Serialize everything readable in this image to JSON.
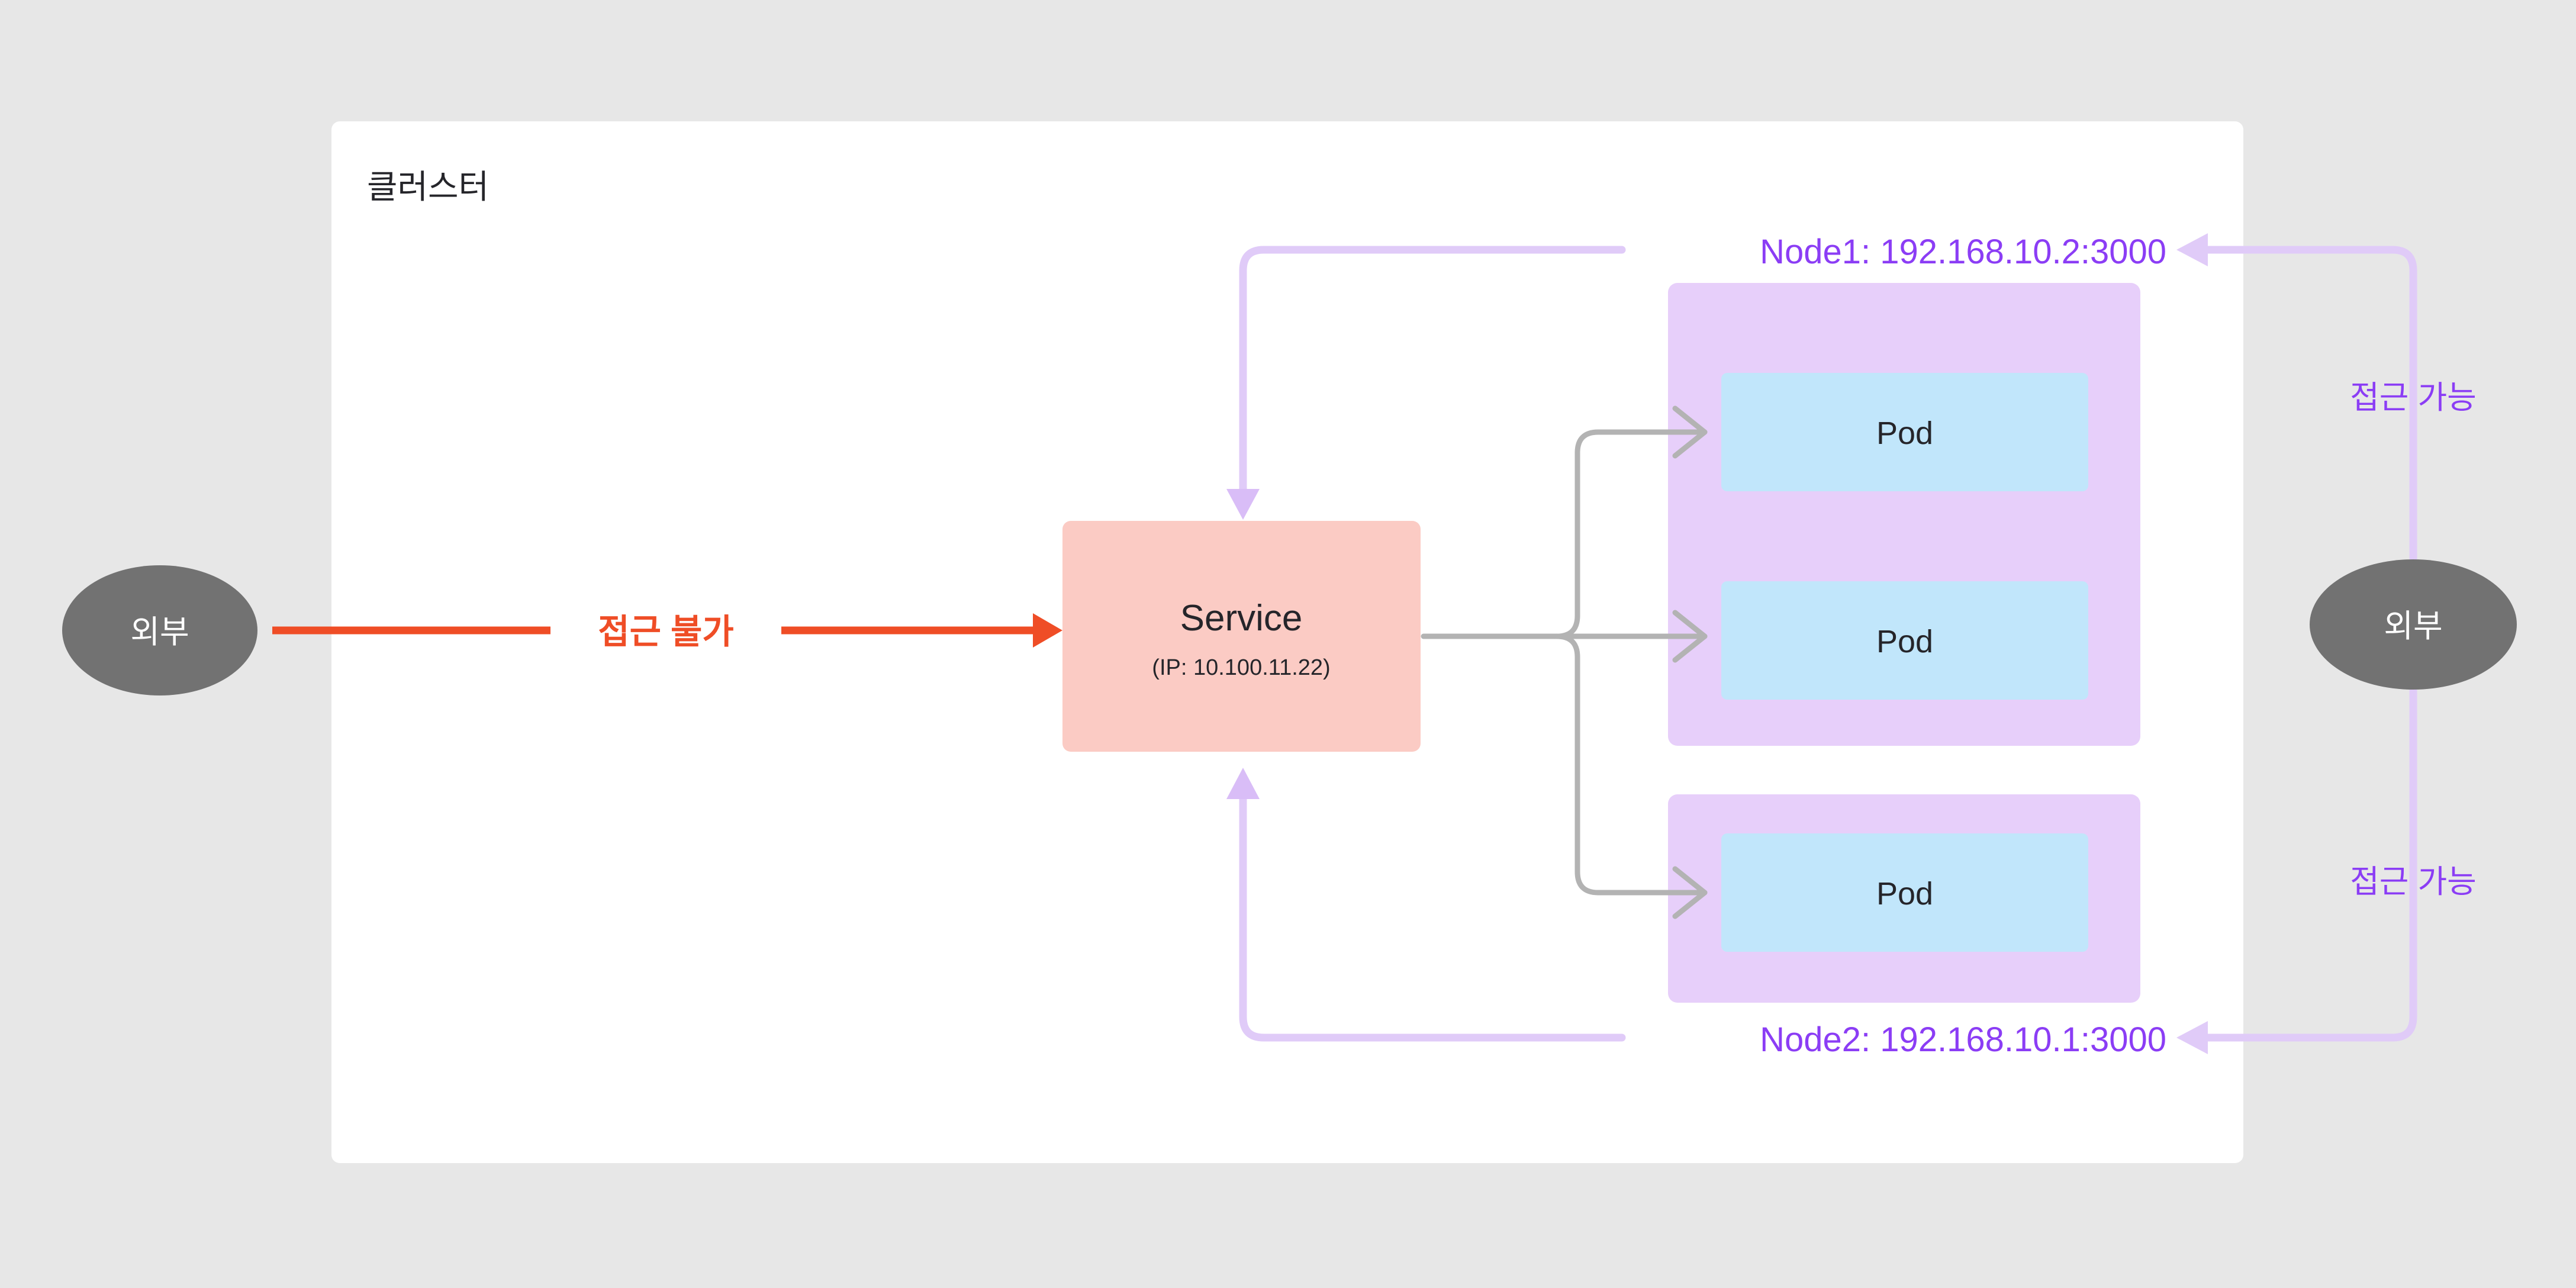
{
  "diagram": {
    "background_color": "#e7e7e7",
    "cluster": {
      "label": "클러스터",
      "fill": "#ffffff"
    },
    "service": {
      "title": "Service",
      "subtitle": "(IP: 10.100.11.22)",
      "fill": "#fbcbc4",
      "text_color": "#25252a"
    },
    "nodes": [
      {
        "label": "Node1: 192.168.10.2:3000",
        "fill": "#e7cffa",
        "label_color": "#8b3df5",
        "pods": [
          {
            "label": "Pod",
            "fill": "#c1e6fb"
          },
          {
            "label": "Pod",
            "fill": "#c1e6fb"
          }
        ]
      },
      {
        "label": "Node2: 192.168.10.1:3000",
        "fill": "#e7cffa",
        "label_color": "#8b3df5",
        "pods": [
          {
            "label": "Pod",
            "fill": "#c1e6fb"
          }
        ]
      }
    ],
    "externals": [
      {
        "label": "외부",
        "fill": "#727272",
        "text_color": "#ffffff",
        "side": "left"
      },
      {
        "label": "외부",
        "fill": "#727272",
        "text_color": "#ffffff",
        "side": "right"
      }
    ],
    "edges": {
      "denied": {
        "label": "접근 불가",
        "color": "#ef4d26",
        "from": "외부",
        "to": "Service"
      },
      "allowed_top": {
        "label": "접근 가능",
        "color": "#8b3df5",
        "line_color": "#e0cbf8",
        "from": "외부",
        "to": "Node1: 192.168.10.2:3000"
      },
      "allowed_bottom": {
        "label": "접근 가능",
        "color": "#8b3df5",
        "line_color": "#e0cbf8",
        "from": "외부",
        "to": "Node2: 192.168.10.1:3000"
      },
      "service_to_pods_color": "#b3b3b3",
      "node_to_service_color": "#e0cbf8"
    }
  }
}
